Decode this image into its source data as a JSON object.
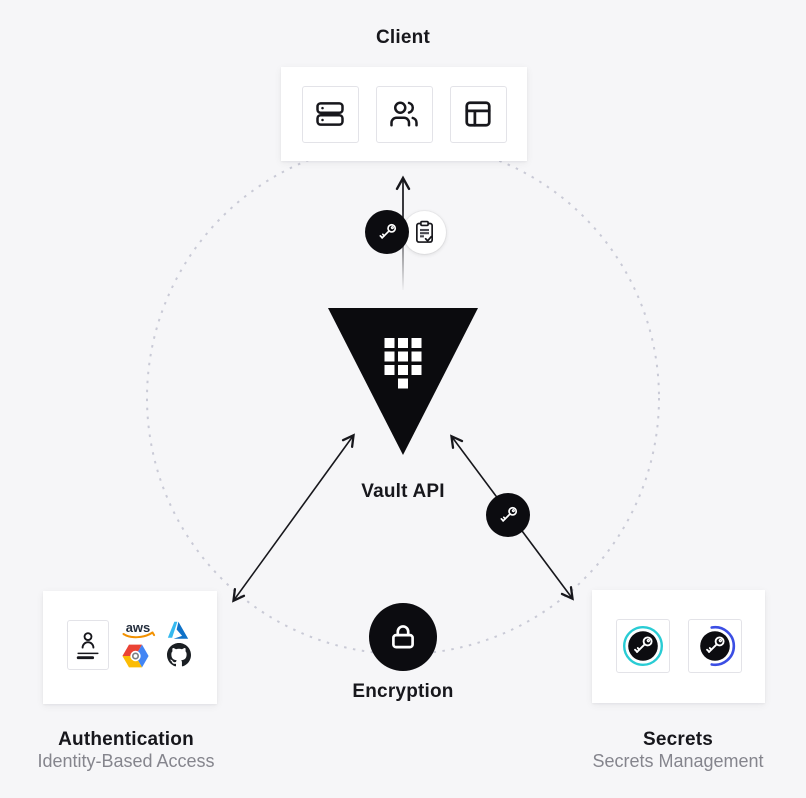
{
  "client": {
    "title": "Client",
    "tiles": [
      {
        "icon": "server-stack-icon"
      },
      {
        "icon": "users-icon"
      },
      {
        "icon": "layout-icon"
      }
    ]
  },
  "vault": {
    "label": "Vault API"
  },
  "encryption": {
    "label": "Encryption"
  },
  "authentication": {
    "title": "Authentication",
    "subtitle": "Identity-Based Access",
    "aws_wordmark": "aws",
    "providers": [
      "identity",
      "aws",
      "azure",
      "google-cloud",
      "github"
    ]
  },
  "secrets": {
    "title": "Secrets",
    "subtitle": "Secrets Management",
    "engines": [
      {
        "name": "key-engine-teal-ring"
      },
      {
        "name": "key-engine-blue-arc"
      }
    ]
  },
  "flows": {
    "vault_to_client": {
      "badges": [
        "key-badge",
        "clipboard-badge"
      ],
      "direction": "up"
    },
    "vault_to_authentication": {
      "direction": "bidirectional"
    },
    "vault_to_secrets": {
      "badges": [
        "key-badge"
      ],
      "direction": "bidirectional"
    }
  },
  "colors": {
    "background": "#f6f6f8",
    "ink": "#17171c",
    "subtitle_gray": "#85858d",
    "dashed_circle": "#c9cad6",
    "teal_ring": "#29ccd4",
    "blue_arc": "#3b4ee4",
    "aws_ink": "#252f3e",
    "aws_orange": "#f29100",
    "azure_light": "#35b9ef",
    "azure_dark": "#0f72c8",
    "gcp_red": "#ea4335",
    "gcp_blue": "#4285f4",
    "gcp_yellow": "#fbbc05",
    "github_ink": "#1b1f23"
  }
}
